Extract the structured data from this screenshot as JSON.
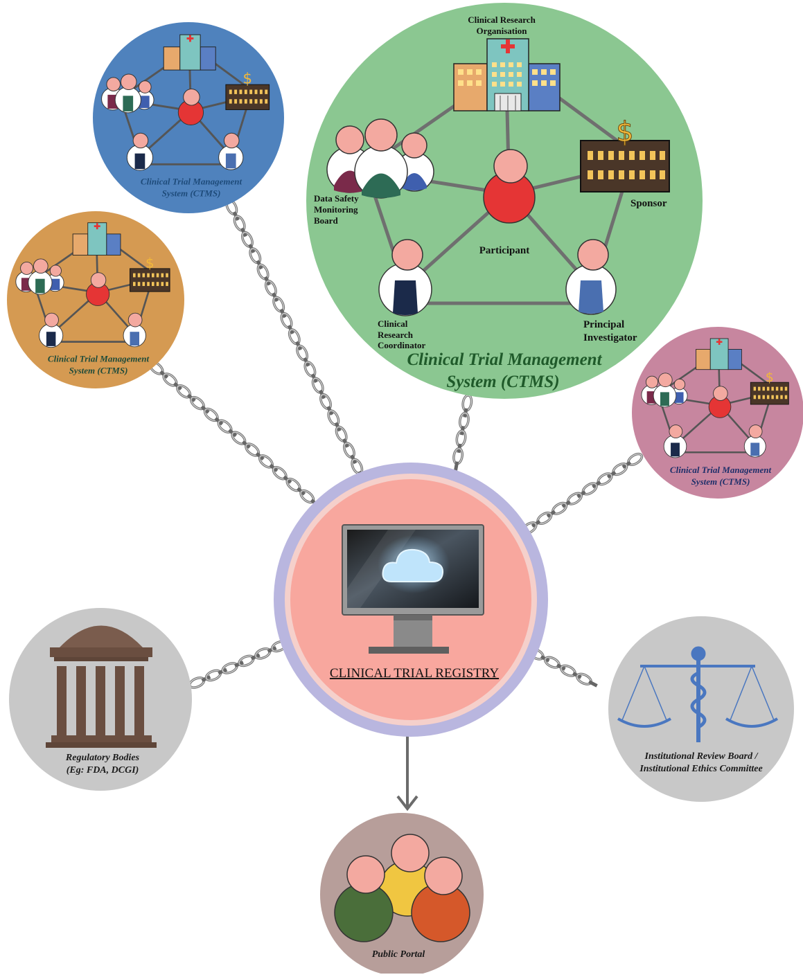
{
  "registry": {
    "title": "CLINICAL TRIAL REGISTRY",
    "icon": "monitor-cloud-icon"
  },
  "ctms_large": {
    "title_line1": "Clinical Trial Management",
    "title_line2": "System (CTMS)",
    "roles": {
      "cro_line1": "Clinical Research",
      "cro_line2": "Organisation",
      "sponsor": "Sponsor",
      "dsmb_line1": "Data Safety",
      "dsmb_line2": "Monitoring",
      "dsmb_line3": "Board",
      "participant": "Participant",
      "crc_line1": "Clinical",
      "crc_line2": "Research",
      "crc_line3": "Coordinator",
      "pi_line1": "Principal",
      "pi_line2": "Investigator"
    },
    "sponsor_symbol": "$",
    "color": "#8bc791"
  },
  "ctms_small": [
    {
      "line1": "Clinical Trial Management",
      "line2": "System (CTMS)",
      "color": "#4f82bd",
      "text_color": "#1e4b7a"
    },
    {
      "line1": "Clinical Trial Management",
      "line2": "System (CTMS)",
      "color": "#d59a52",
      "text_color": "#1e4b3a"
    },
    {
      "line1": "Clinical Trial Management",
      "line2": "System (CTMS)",
      "color": "#c7869f",
      "text_color": "#1e2f6a"
    }
  ],
  "regulatory": {
    "line1": "Regulatory Bodies",
    "line2": "(Eg: FDA, DCGI)",
    "icon": "government-building-icon"
  },
  "irb": {
    "line1": "Institutional Review Board /",
    "line2": "Institutional Ethics Committee",
    "icon": "scales-caduceus-icon"
  },
  "public_portal": {
    "label": "Public Portal",
    "icon": "people-group-icon"
  },
  "colors": {
    "registry_outer": "#b9b6df",
    "registry_inner": "#f8a79e",
    "chain": "#8a8a8a",
    "grey_node": "#c8c8c8",
    "portal_node": "#b79e9a",
    "participant_red": "#e53535",
    "skin": "#f3a9a0"
  }
}
